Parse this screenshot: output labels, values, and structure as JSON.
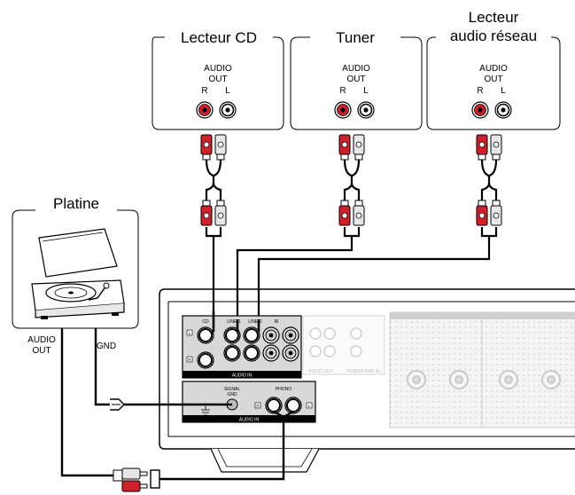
{
  "sources": [
    {
      "title": "Lecteur CD",
      "out1": "AUDIO",
      "out2": "OUT",
      "r": "R",
      "l": "L"
    },
    {
      "title": "Tuner",
      "out1": "AUDIO",
      "out2": "OUT",
      "r": "R",
      "l": "L"
    },
    {
      "title_line1": "Lecteur",
      "title_line2": "audio réseau",
      "out1": "AUDIO",
      "out2": "OUT",
      "r": "R",
      "l": "L"
    }
  ],
  "turntable": {
    "title": "Platine",
    "audio_out_line1": "AUDIO",
    "audio_out_line2": "OUT",
    "gnd": "GND"
  },
  "receiver": {
    "in_cd": "CD",
    "in_line1": "LINE-1",
    "in_line2": "LINE-2",
    "in_ir": "IR",
    "in_r": "R",
    "in_l": "L",
    "audio_in_top": "AUDIO IN",
    "audio_out": "AUDIO OUT",
    "power_amp_in": "POWER AMP IN",
    "signal_gnd_1": "SIGNAL",
    "signal_gnd_2": "GND",
    "phono": "PHONO",
    "phono_r": "R",
    "phono_l": "L",
    "audio_in_bottom": "AUDIO IN"
  },
  "colors": {
    "red": "#d0202a",
    "line": "#000000",
    "panel": "#d8d8d8"
  }
}
